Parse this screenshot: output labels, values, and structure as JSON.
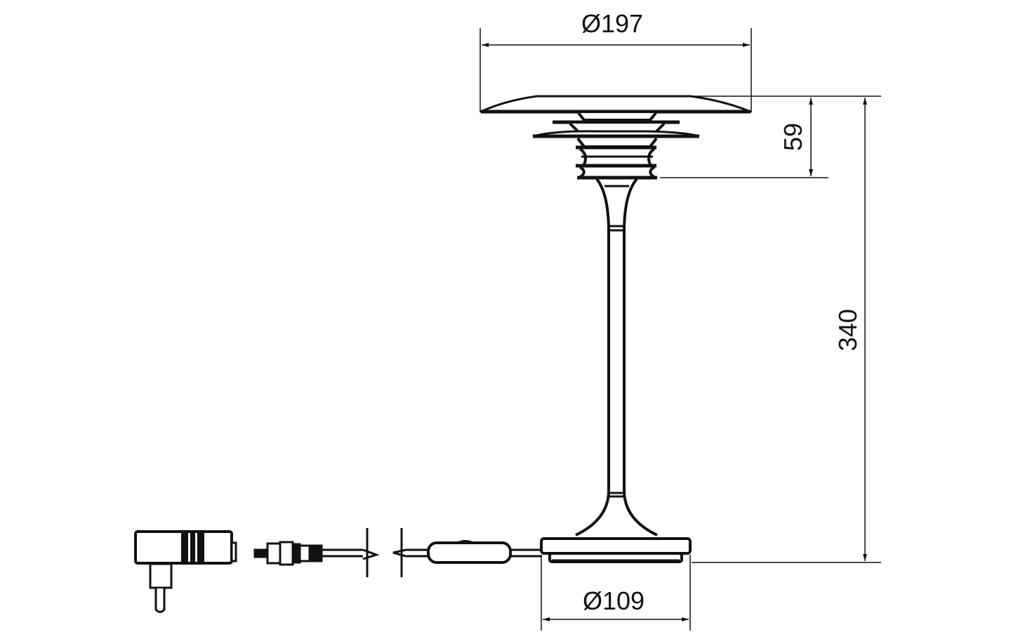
{
  "drawing": {
    "subject": "table lamp",
    "stroke_color": "#111111",
    "background": "#ffffff"
  },
  "dimensions": {
    "shade_diameter": "Ø197",
    "head_height": "59",
    "total_height": "340",
    "base_diameter": "Ø109"
  },
  "components": {
    "shade": "shade-disc",
    "stem": "stem",
    "base": "base",
    "cable": "cable-with-switch",
    "connector": "dc-plug",
    "adapter": "power-adapter-plug"
  }
}
